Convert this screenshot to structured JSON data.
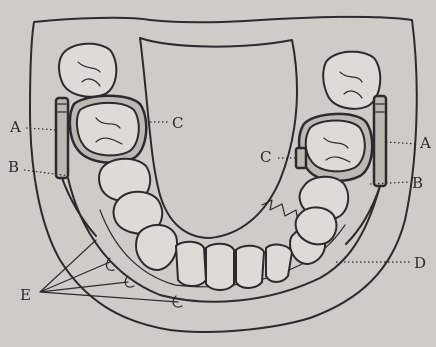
{
  "labels": {
    "a_left": "A",
    "a_right": "A",
    "b_left": "B",
    "b_right": "B",
    "c_left": "C",
    "c_right": "C",
    "d": "D",
    "e": "E"
  },
  "colors": {
    "background": "#cfcbc6",
    "ink": "#2b2b2b",
    "tooth": "#dedad5"
  }
}
